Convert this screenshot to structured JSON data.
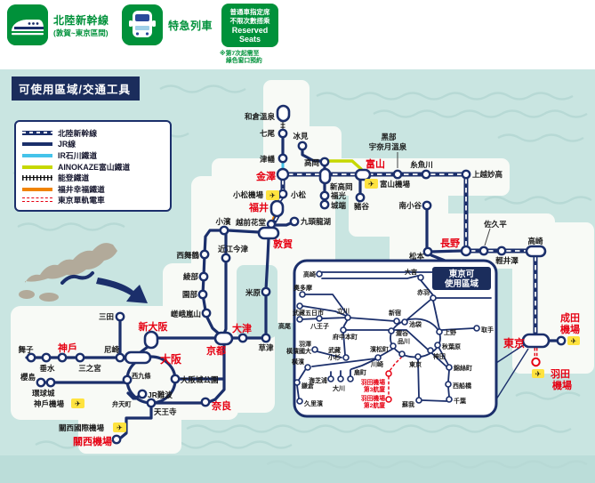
{
  "header": {
    "badge1": {
      "title": "北陸新幹線",
      "subtitle": "(敦賀~東京區間)"
    },
    "badge2": {
      "title": "特急列車"
    },
    "badge3": {
      "line1": "普通車指定席",
      "line2": "不限次數搭乘",
      "line3": "Reserved",
      "line4": "Seats",
      "note1": "※第7次起需至",
      "note2": "綠色窗口預約"
    }
  },
  "map": {
    "title": "可使用區域/交通工具",
    "inset_title1": "東京可",
    "inset_title2": "使用區域"
  },
  "legend": [
    {
      "label": "北陸新幹線"
    },
    {
      "label": "JR線"
    },
    {
      "label": "IR石川鐵道"
    },
    {
      "label": "AINOKAZE富山鐵道"
    },
    {
      "label": "能登鐵道"
    },
    {
      "label": "福井幸福鐵道"
    },
    {
      "label": "東京單軌電車"
    }
  ],
  "icons": {
    "plane": "✈"
  },
  "colors": {
    "navy": "#1b2f6b",
    "red": "#e60012",
    "green": "#00913a",
    "cyan": "#45c3ea",
    "yellowGreen": "#c6d800",
    "orange": "#f08300",
    "water": "#c9e5e1",
    "land": "#f8faf6",
    "airportYellow": "#ffe33f"
  },
  "st": {
    "wakura": "和倉溫泉",
    "nanao": "七尾",
    "tsubata": "津幡",
    "kanazawa": "金澤",
    "himi": "冰見",
    "takaoka": "高岡",
    "shintakaoka": "新高岡",
    "toyama": "富山",
    "toyamaAirport": "富山機場",
    "kurobe1": "黑部",
    "kurobe2": "宇奈月溫泉",
    "itoigawa": "糸魚川",
    "joetsu": "上越妙高",
    "minamiotari": "南小谷",
    "inotani": "豬谷",
    "fukumitsu": "福光",
    "johana": "城端",
    "komatsuAirport": "小松機場",
    "komatsu": "小松",
    "fukui": "福井",
    "echizen": "越前花堂",
    "kuzuryuko": "九頭龍湖",
    "tsuruga": "敦賀",
    "obama": "小濱",
    "omi": "近江今津",
    "nishimaizuru": "西舞鶴",
    "ayabe": "綾部",
    "sonobe": "園部",
    "saga": "嵯峨嵐山",
    "maibara": "米原",
    "otsu": "大津",
    "kusatsu": "草津",
    "kyoto": "京都",
    "matsumoto": "松本",
    "nagano": "長野",
    "sakudaira": "佐久平",
    "karuizawa": "輕井澤",
    "takasaki": "高崎",
    "sanda": "三田",
    "maiko": "舞子",
    "kobe": "神戶",
    "tarumi": "垂水",
    "sannomiya": "三之宮",
    "amagasaki": "尼崎",
    "shinosaka": "新大阪",
    "osaka": "大阪",
    "sakurajima": "櫻島",
    "universal": "環球城",
    "nishikujo": "西九條",
    "jrnamba": "JR難波",
    "osakajo": "大阪城公園",
    "bentencho": "弁天町",
    "tennoji": "天王寺",
    "nara": "奈良",
    "kobeAirport": "神戶機場",
    "kansaiIntl": "關西國際機場",
    "kansaiAirport": "關西機場",
    "tokyo": "東京",
    "narita1": "成田",
    "narita2": "機場",
    "haneda1": "羽田",
    "haneda2": "機場"
  },
  "ins": {
    "takasaki": "高崎",
    "omiya": "大宮",
    "akabane": "赤羽",
    "okutama": "奧多摩",
    "itsukaichi": "武藏五日市",
    "tachikawa": "立川",
    "hachioji": "八王子",
    "takao": "高尾",
    "shinjuku": "新宿",
    "ikebukuro": "池袋",
    "shibuya": "澀谷",
    "shinagawa": "品川",
    "hamamatsucho": "濱松町",
    "tokyo": "東京",
    "kanda": "神田",
    "akihabara": "秋葉原",
    "ueno": "上野",
    "toride": "取手",
    "kinshicho": "錦絲町",
    "nishifunabashi": "西船橋",
    "chiba": "千葉",
    "soga": "蘇我",
    "fuchu": "府中本町",
    "musashi1": "武藏",
    "musashi2": "小杉",
    "kawasaki": "川崎",
    "hazawa1": "羽澤",
    "hazawa2": "橫濱國大",
    "yokohama": "橫濱",
    "ogimachi": "扇町",
    "umishibaura": "海芝浦",
    "okawa": "大川",
    "kamakura": "鎌倉",
    "kurihama": "久里濱",
    "h3a": "羽田機場",
    "h3b": "第3航廈",
    "h2a": "羽田機場",
    "h2b": "第2航廈"
  }
}
